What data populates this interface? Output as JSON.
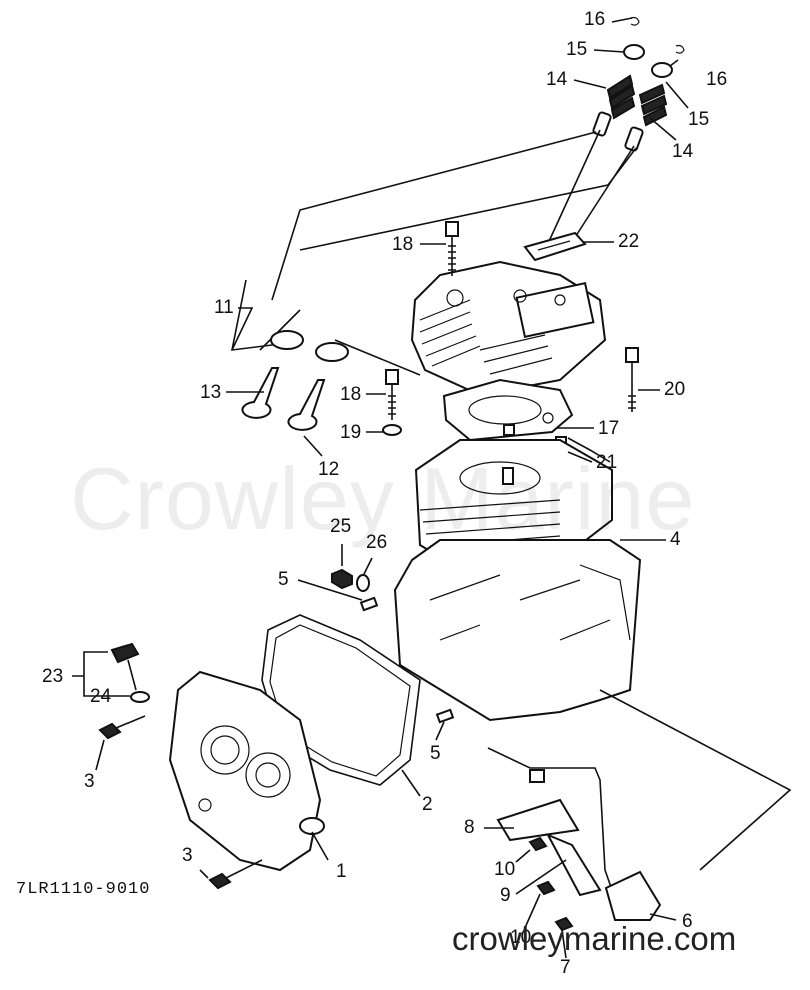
{
  "watermark": "Crowley Marine",
  "footer": "crowleymarine.com",
  "part_number": "7LR1110-9010",
  "callouts": [
    "16",
    "15",
    "14",
    "16",
    "15",
    "14",
    "22",
    "18",
    "11",
    "13",
    "18",
    "19",
    "12",
    "20",
    "17",
    "21",
    "4",
    "25",
    "26",
    "5",
    "23",
    "24",
    "3",
    "5",
    "2",
    "8",
    "10",
    "9",
    "10",
    "6",
    "7",
    "1",
    "3"
  ]
}
